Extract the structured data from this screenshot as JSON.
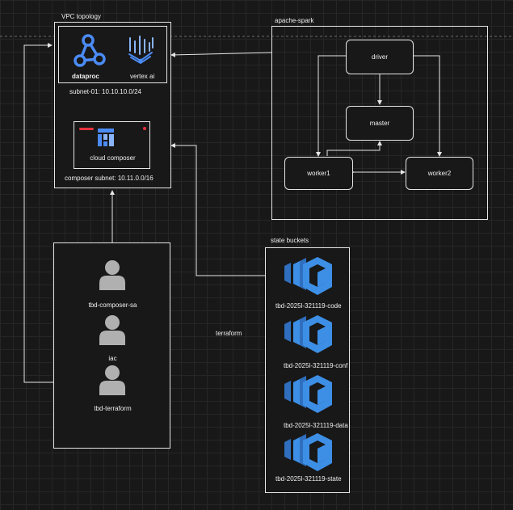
{
  "colors": {
    "background": "#181818",
    "stroke": "#e6e6e6",
    "dataproc_blue": "#4b8bf5",
    "bucket_blue": "#3d8fe6",
    "person_gray": "#b0b0b0",
    "composer_red": "#e8323c"
  },
  "vpc": {
    "title": "VPC topology",
    "dataproc_label": "dataproc",
    "vertex_label": "vertex ai",
    "subnet_label": "subnet-01: 10.10.10.0/24",
    "composer_label": "cloud composer",
    "composer_subnet_label": "composer subnet: 10.11.0.0/16"
  },
  "spark": {
    "title": "apache-spark",
    "driver": "driver",
    "master": "master",
    "worker1": "worker1",
    "worker2": "worker2"
  },
  "accounts": {
    "items": [
      {
        "label": "tbd-composer-sa",
        "icon": "person-icon"
      },
      {
        "label": "iac",
        "icon": "person-icon"
      },
      {
        "label": "tbd-terraform",
        "icon": "person-icon"
      }
    ]
  },
  "terraform_label": "terraform",
  "buckets": {
    "title": "state buckets",
    "items": [
      {
        "label": "tbd-2025l-321119-code",
        "icon": "bucket-icon"
      },
      {
        "label": "tbd-2025l-321119-conf",
        "icon": "bucket-icon"
      },
      {
        "label": "tbd-2025l-321119-data",
        "icon": "bucket-icon"
      },
      {
        "label": "tbd-2025l-321119-state",
        "icon": "bucket-icon"
      }
    ]
  }
}
